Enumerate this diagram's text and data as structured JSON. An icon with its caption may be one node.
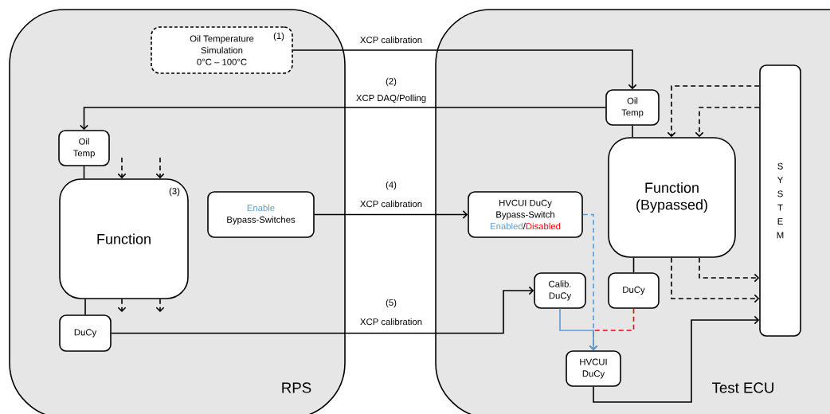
{
  "diagram": {
    "nodes": [
      {
        "text": [
          "RPS"
        ]
      },
      {
        "text": [
          "Test ECU"
        ]
      },
      {
        "text": [
          "Oil Temperature Simulation",
          "0°C – 100°C",
          "(1)"
        ],
        "in": 0
      },
      {
        "text": [
          "Oil Temp"
        ],
        "in": 0
      },
      {
        "text": [
          "Function",
          "(3)"
        ],
        "in": 0
      },
      {
        "text": [
          "Enable",
          "Bypass-Switches"
        ],
        "in": 0
      },
      {
        "text": [
          "DuCy"
        ],
        "in": 0
      },
      {
        "text": [
          "Oil Temp"
        ],
        "in": 1
      },
      {
        "text": [
          "Function (Bypassed)"
        ],
        "in": 1
      },
      {
        "text": [
          "S Y S T E M"
        ],
        "in": 1
      },
      {
        "text": [
          "HVCUI DuCy Bypass-Switch",
          "Enabled",
          "/",
          "Disabled"
        ],
        "in": 1
      },
      {
        "text": [
          "Calib. DuCy"
        ],
        "in": 1
      },
      {
        "text": [
          "DuCy"
        ],
        "in": 1
      },
      {
        "text": [
          "HVCUI DuCy"
        ],
        "in": 1
      }
    ],
    "edges": [
      {
        "from": 2,
        "to": 7,
        "arrow": "to",
        "label": "XCP calibration"
      },
      {
        "from": 7,
        "to": 3,
        "arrow": "to",
        "label": "XCP DAQ/Polling"
      },
      {
        "from": 5,
        "to": 10,
        "arrow": "to",
        "label": "XCP calibration"
      },
      {
        "from": 6,
        "to": 11,
        "arrow": "to",
        "label": "XCP calibration"
      },
      {
        "from": 10,
        "to": 13,
        "arrow": "to",
        "style": "dashed",
        "color": "#5b9bd5"
      },
      {
        "from": 11,
        "to": 13,
        "arrow": "to",
        "color": "#5b9bd5"
      },
      {
        "from": 12,
        "to": 13,
        "arrow": "to",
        "style": "dashed",
        "color": "#ff0000"
      },
      {
        "from": 13,
        "to": 9,
        "arrow": "to"
      },
      {
        "from": 9,
        "to": 8,
        "arrow": "to",
        "style": "dashed"
      },
      {
        "from": 9,
        "to": 8,
        "arrow": "to",
        "style": "dashed"
      },
      {
        "from": 8,
        "to": 9,
        "arrow": "to",
        "style": "dashed"
      },
      {
        "from": 8,
        "to": 9,
        "arrow": "to",
        "style": "dashed"
      },
      {
        "from": 7,
        "to": 8,
        "arrow": "none"
      },
      {
        "from": 8,
        "to": 12,
        "arrow": "none"
      },
      {
        "from": 3,
        "to": 4,
        "arrow": "none"
      },
      {
        "from": 4,
        "to": 6,
        "arrow": "none"
      },
      {
        "from": null,
        "to": 4,
        "arrow": "to",
        "style": "dashed"
      },
      {
        "from": null,
        "to": 4,
        "arrow": "to",
        "style": "dashed"
      },
      {
        "from": 4,
        "to": null,
        "arrow": "to",
        "style": "dashed"
      },
      {
        "from": 4,
        "to": null,
        "arrow": "to",
        "style": "dashed"
      }
    ],
    "labels": [
      "(2)",
      "(4)",
      "(5)"
    ]
  }
}
